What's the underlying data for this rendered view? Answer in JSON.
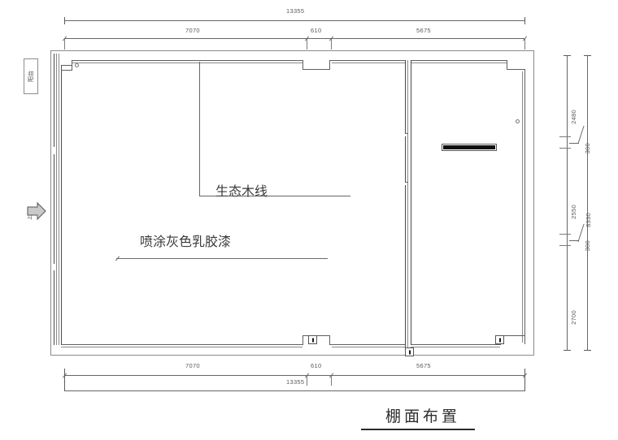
{
  "drawing": {
    "title": "棚面布置",
    "orientation_tag": "阳台",
    "direction_note": "上"
  },
  "dimensions": {
    "top_overall": "13355",
    "top_chain": [
      "7070",
      "610",
      "5675"
    ],
    "bottom_chain": [
      "7070",
      "610",
      "5675"
    ],
    "bottom_overall": "13355",
    "right_chain": [
      "2480",
      "300",
      "2550",
      "300",
      "2700"
    ],
    "right_overall": "8330"
  },
  "annotations": [
    {
      "label": "生态木线"
    },
    {
      "label": "喷涂灰色乳胶漆"
    }
  ],
  "fixtures": [
    {
      "name": "ceiling-light-strip"
    },
    {
      "name": "ceiling-spot-circle"
    },
    {
      "name": "ceiling-box-fixture-bottom"
    },
    {
      "name": "ceiling-box-fixture-corner"
    },
    {
      "name": "ceiling-spot-topleft"
    }
  ],
  "colors": {
    "line": "#4a4a4a",
    "thin_line": "#8a8a8a",
    "fixture_dark": "#111111",
    "text": "#3a3a3a"
  }
}
